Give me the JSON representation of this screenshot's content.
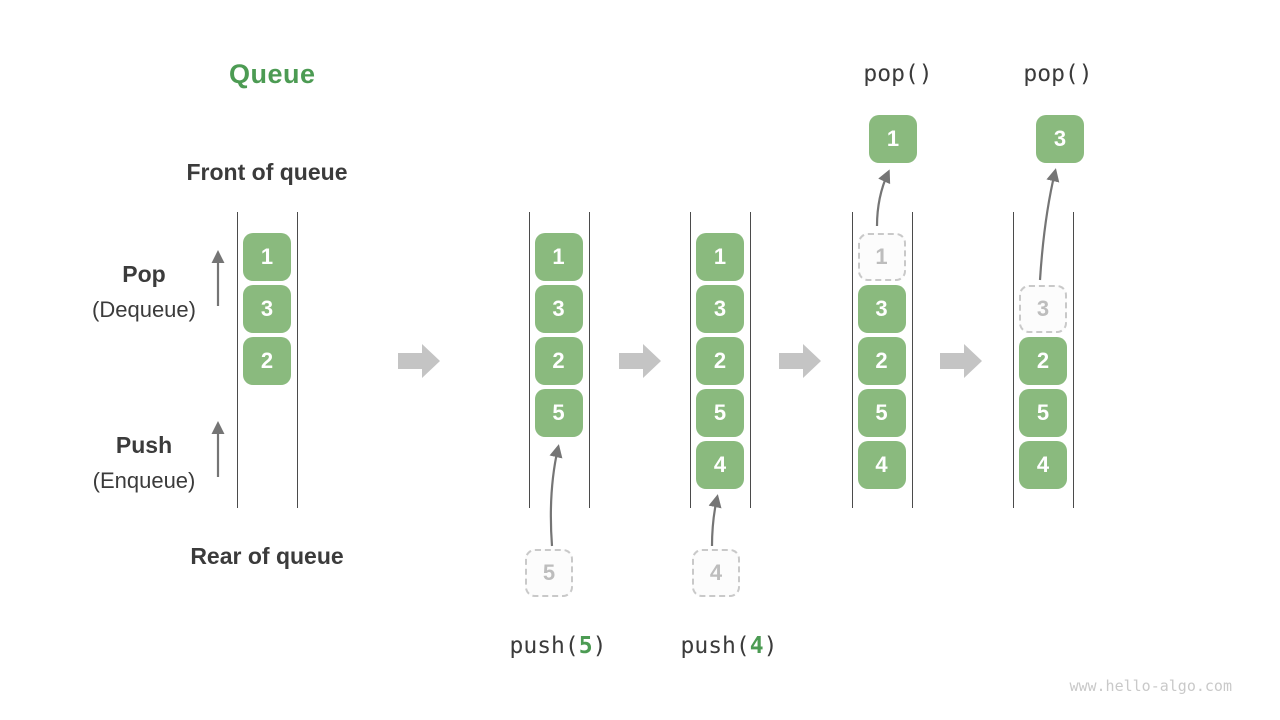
{
  "title": "Queue",
  "watermark": "www.hello-algo.com",
  "colors": {
    "accent": "#4C9B53",
    "cell": "#8ABA7E",
    "dark": "#3B3B3B",
    "arrow": "#757575",
    "block_arrow": "#C4C4C4",
    "ghost_border": "#C9C9C9",
    "ghost_text": "#BDBDBD",
    "line": "#4B4B4B",
    "watermark_color": "#C9C9C9"
  },
  "side_labels": {
    "front": "Front of queue",
    "rear": "Rear of queue",
    "pop": "Pop",
    "pop_sub": "(Dequeue)",
    "push": "Push",
    "push_sub": "(Enqueue)"
  },
  "operations": {
    "pop_ops": [
      {
        "label": "pop()"
      },
      {
        "label": "pop()"
      }
    ],
    "push_ops": [
      {
        "prefix": "push(",
        "arg": "5",
        "suffix": ")"
      },
      {
        "prefix": "push(",
        "arg": "4",
        "suffix": ")"
      }
    ]
  },
  "popped_cells": [
    {
      "value": "1"
    },
    {
      "value": "3"
    }
  ],
  "pending_cells": [
    {
      "value": "5"
    },
    {
      "value": "4"
    }
  ],
  "columns": [
    {
      "cells": [
        {
          "value": "1",
          "slot": 0,
          "ghost": false
        },
        {
          "value": "3",
          "slot": 1,
          "ghost": false
        },
        {
          "value": "2",
          "slot": 2,
          "ghost": false
        }
      ]
    },
    {
      "cells": [
        {
          "value": "1",
          "slot": 0,
          "ghost": false
        },
        {
          "value": "3",
          "slot": 1,
          "ghost": false
        },
        {
          "value": "2",
          "slot": 2,
          "ghost": false
        },
        {
          "value": "5",
          "slot": 3,
          "ghost": false
        }
      ]
    },
    {
      "cells": [
        {
          "value": "1",
          "slot": 0,
          "ghost": false
        },
        {
          "value": "3",
          "slot": 1,
          "ghost": false
        },
        {
          "value": "2",
          "slot": 2,
          "ghost": false
        },
        {
          "value": "5",
          "slot": 3,
          "ghost": false
        },
        {
          "value": "4",
          "slot": 4,
          "ghost": false
        }
      ]
    },
    {
      "cells": [
        {
          "value": "1",
          "slot": 0,
          "ghost": true
        },
        {
          "value": "3",
          "slot": 1,
          "ghost": false
        },
        {
          "value": "2",
          "slot": 2,
          "ghost": false
        },
        {
          "value": "5",
          "slot": 3,
          "ghost": false
        },
        {
          "value": "4",
          "slot": 4,
          "ghost": false
        }
      ]
    },
    {
      "cells": [
        {
          "value": "3",
          "slot": 1,
          "ghost": true
        },
        {
          "value": "2",
          "slot": 2,
          "ghost": false
        },
        {
          "value": "5",
          "slot": 3,
          "ghost": false
        },
        {
          "value": "4",
          "slot": 4,
          "ghost": false
        }
      ]
    }
  ]
}
